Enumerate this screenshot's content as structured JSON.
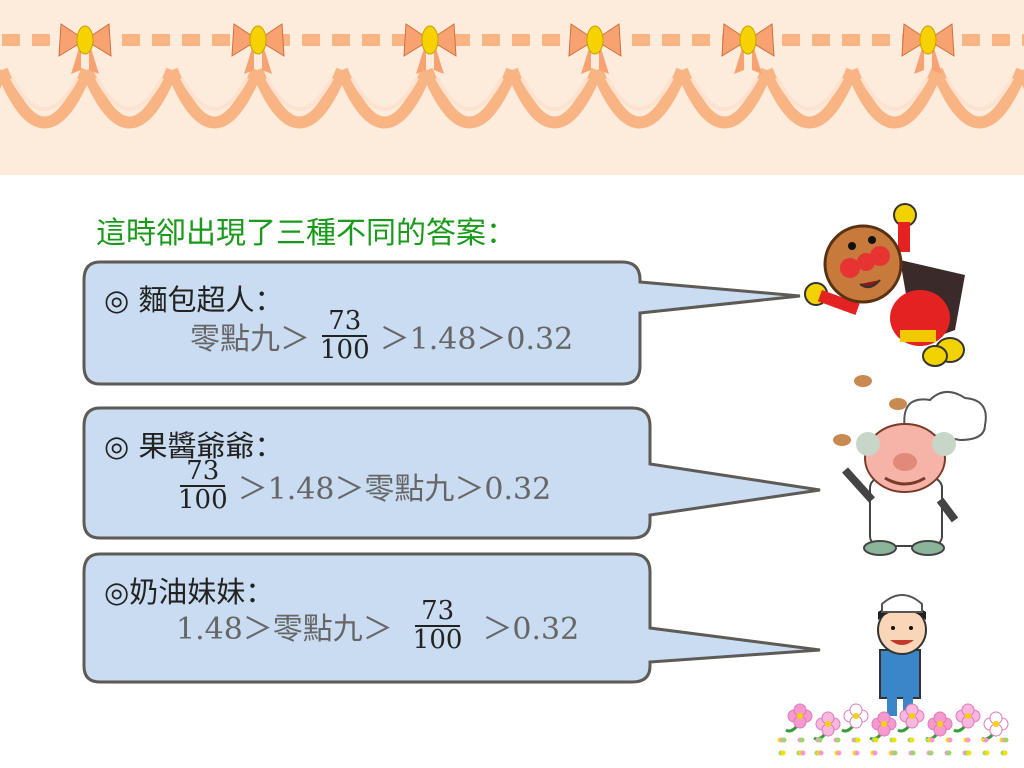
{
  "question": "這時卻出現了三種不同的答案：",
  "answers": [
    {
      "name": "◎ 麵包超人：",
      "parts": [
        "零點九＞",
        "＞1.48＞0.32"
      ],
      "fraction": {
        "num": "73",
        "den": "100"
      }
    },
    {
      "name": "◎ 果醬爺爺：",
      "parts": [
        "＞1.48＞零點九＞0.32"
      ],
      "fraction": {
        "num": "73",
        "den": "100"
      }
    },
    {
      "name": "◎奶油妹妹：",
      "parts": [
        "1.48＞零點九＞",
        "＞0.32"
      ],
      "fraction": {
        "num": "73",
        "den": "100"
      }
    }
  ],
  "colors": {
    "curtain": "#f9b483",
    "curtain_light": "#fde3cf",
    "bubble_fill": "#c9dcf1",
    "bubble_stroke": "#5e5a55",
    "question_text": "#1a9a1a"
  },
  "icons": [
    "bow-icon",
    "anpanman-character",
    "jam-ojisan-character",
    "cream-girl-character",
    "flower-icon"
  ]
}
